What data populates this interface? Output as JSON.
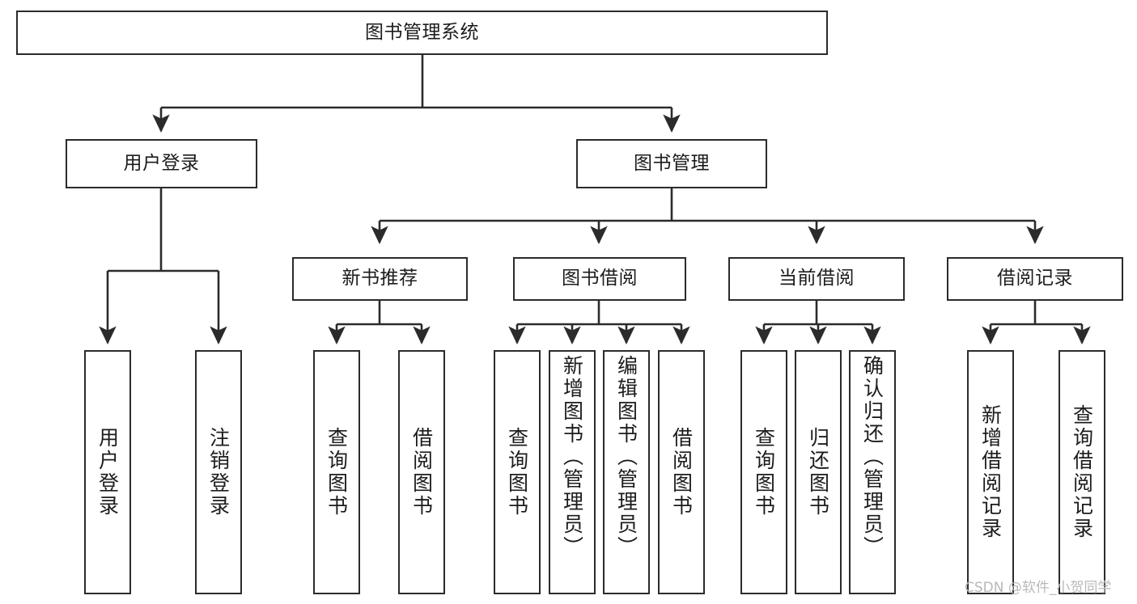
{
  "diagram": {
    "type": "tree-hierarchy",
    "title": "图书管理系统",
    "orientation": "top-down",
    "line_color": "#2b2b2b",
    "box_fill": "#ffffff",
    "levels": 4
  },
  "root": {
    "label": "图书管理系统"
  },
  "level2": [
    {
      "label": "用户登录"
    },
    {
      "label": "图书管理"
    }
  ],
  "level3": [
    {
      "label": "新书推荐"
    },
    {
      "label": "图书借阅"
    },
    {
      "label": "当前借阅"
    },
    {
      "label": "借阅记录"
    }
  ],
  "leaves": {
    "user_login": [
      {
        "label": "用户登录"
      },
      {
        "label": "注销登录"
      }
    ],
    "new_book": [
      {
        "label": "查询图书"
      },
      {
        "label": "借阅图书"
      }
    ],
    "book_borrow": [
      {
        "label": "查询图书"
      },
      {
        "label": "新增图书（管理员）"
      },
      {
        "label": "编辑图书（管理员）"
      },
      {
        "label": "借阅图书"
      }
    ],
    "current_borrow": [
      {
        "label": "查询图书"
      },
      {
        "label": "归还图书"
      },
      {
        "label": "确认归还（管理员）"
      }
    ],
    "borrow_record": [
      {
        "label": "新增借阅记录"
      },
      {
        "label": "查询借阅记录"
      }
    ]
  },
  "watermark": {
    "text": "CSDN @软件_小贺同学"
  }
}
